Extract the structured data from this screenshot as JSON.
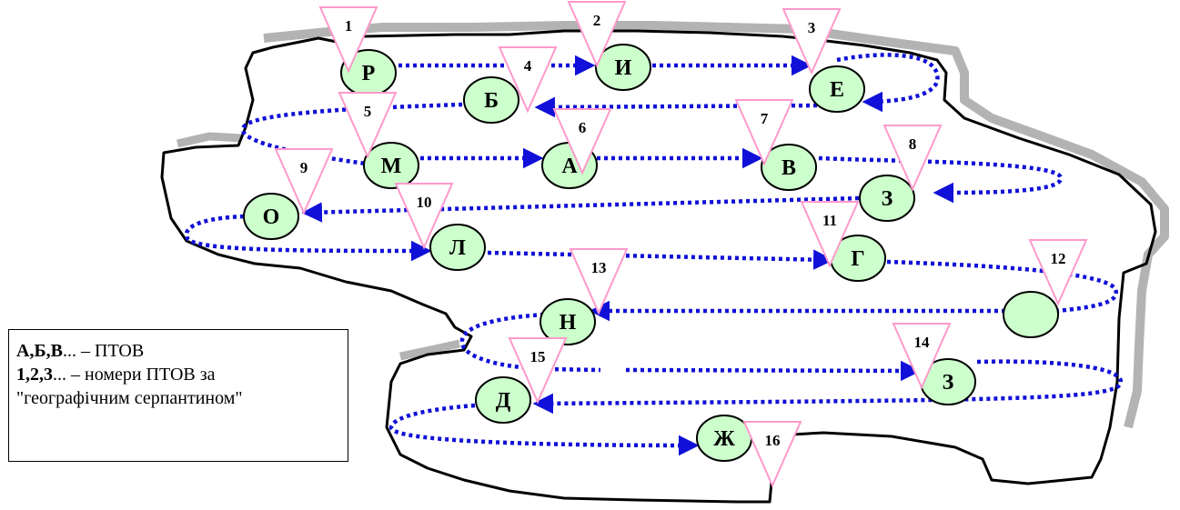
{
  "diagram": {
    "legend": {
      "line1_bold": "А,Б,В",
      "line1_rest": "... – ПТОВ",
      "line2_bold": "1,2,3",
      "line2_rest": "... – номери ПТОВ за",
      "line3": "\"географічним серпантином\""
    },
    "nodes": [
      {
        "id": "n1",
        "letter": "Р",
        "number": "1"
      },
      {
        "id": "n2",
        "letter": "И",
        "number": "2"
      },
      {
        "id": "n3",
        "letter": "Е",
        "number": "3"
      },
      {
        "id": "n4",
        "letter": "Б",
        "number": "4"
      },
      {
        "id": "n5",
        "letter": "М",
        "number": "5"
      },
      {
        "id": "n6",
        "letter": "А",
        "number": "6"
      },
      {
        "id": "n7",
        "letter": "В",
        "number": "7"
      },
      {
        "id": "n8",
        "letter": "З",
        "number": "8"
      },
      {
        "id": "n9",
        "letter": "О",
        "number": "9"
      },
      {
        "id": "n10",
        "letter": "Л",
        "number": "10"
      },
      {
        "id": "n11",
        "letter": "Г",
        "number": "11"
      },
      {
        "id": "n12",
        "letter": "",
        "number": "12"
      },
      {
        "id": "n13",
        "letter": "Н",
        "number": "13"
      },
      {
        "id": "n14",
        "letter": "З",
        "number": "14"
      },
      {
        "id": "n15",
        "letter": "Д",
        "number": "15"
      },
      {
        "id": "n16",
        "letter": "Ж",
        "number": "16"
      }
    ],
    "colors": {
      "circle_fill": "#ccffcc",
      "triangle_stroke": "#ff99cc",
      "path_color": "#1010d8",
      "shadow": "#b3b3b3"
    }
  }
}
